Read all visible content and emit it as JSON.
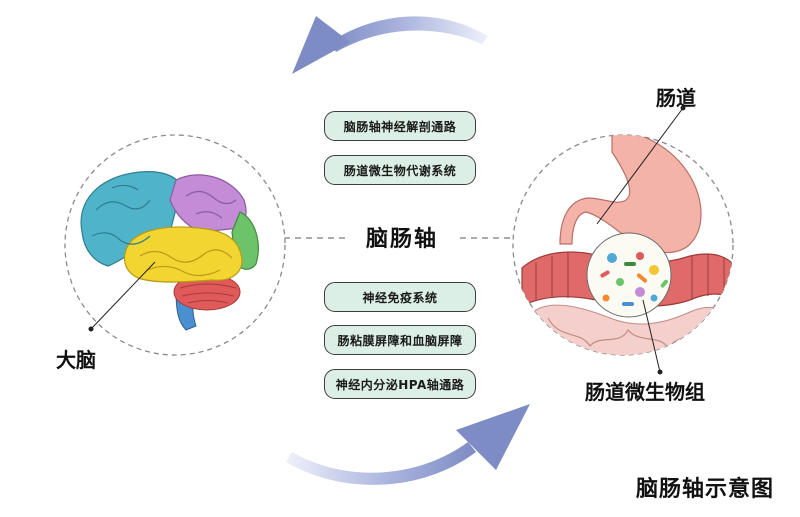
{
  "center_title": "脑肠轴",
  "upper_pathways": [
    "脑肠轴神经解剖通路",
    "肠道微生物代谢系统"
  ],
  "lower_pathways": [
    "神经免疫系统",
    "肠粘膜屏障和血脑屏障",
    "神经内分泌HPA轴通路"
  ],
  "labels": {
    "brain": "大脑",
    "gut": "肠道",
    "microbiota": "肠道微生物组"
  },
  "caption": "脑肠轴示意图",
  "colors": {
    "pill_fill": "#dcefe6",
    "arrow": "#8090c8",
    "brain_frontal": "#4fb3c9",
    "brain_parietal": "#c48bd6",
    "brain_occipital": "#6cc36a",
    "brain_temporal": "#f2d531",
    "brain_cerebellum": "#e05a5a",
    "brainstem": "#4a8fd0",
    "colon": "#e06a6a",
    "stomach": "#f3b3a8"
  }
}
